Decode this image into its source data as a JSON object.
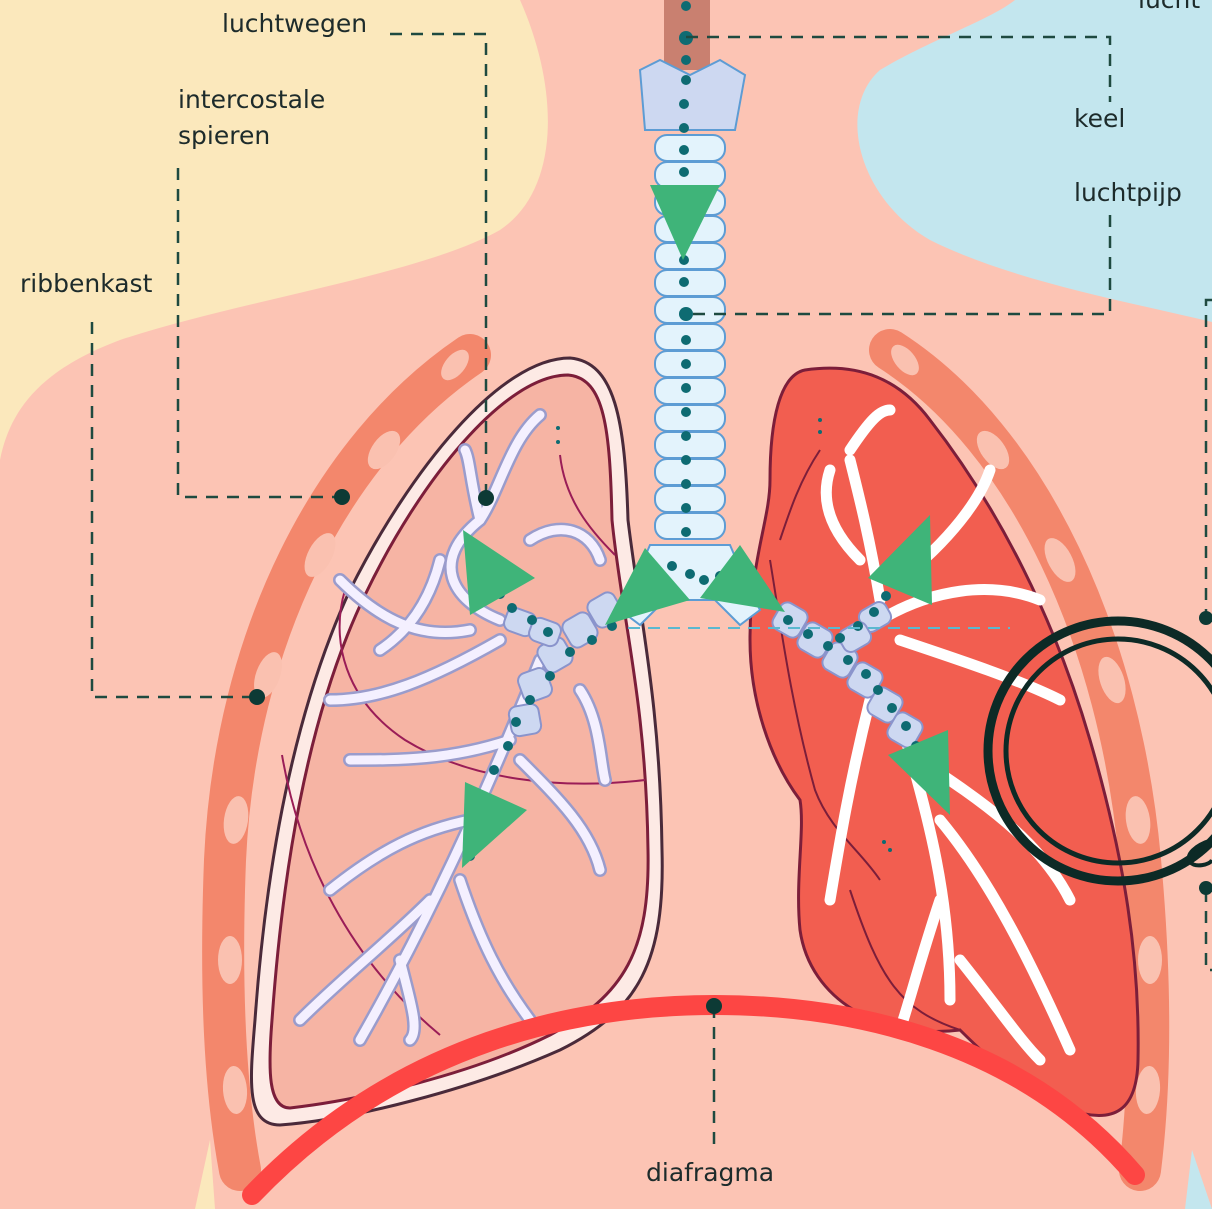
{
  "labels": {
    "luchtwegen": "luchtwegen",
    "intercostale_1": "intercostale",
    "intercostale_2": "spieren",
    "ribbenkast": "ribbenkast",
    "keel": "keel",
    "luchtpijp": "luchtpijp",
    "lucht": "lucht",
    "diafragma": "diafragma"
  },
  "colors": {
    "body": "#fcc4b4",
    "background_left": "#fbe8bc",
    "background_right": "#c3e6ee",
    "rib": "#f3876c",
    "lung_left": "#f6b4a4",
    "lung_right": "#f25e50",
    "trachea": "#d8ecfa",
    "bronchi": "#f4f0ff",
    "arrow": "#3fb479",
    "diaphragm": "#fd4644",
    "leader": "#1e4a40",
    "dot": "#0e6b72"
  }
}
